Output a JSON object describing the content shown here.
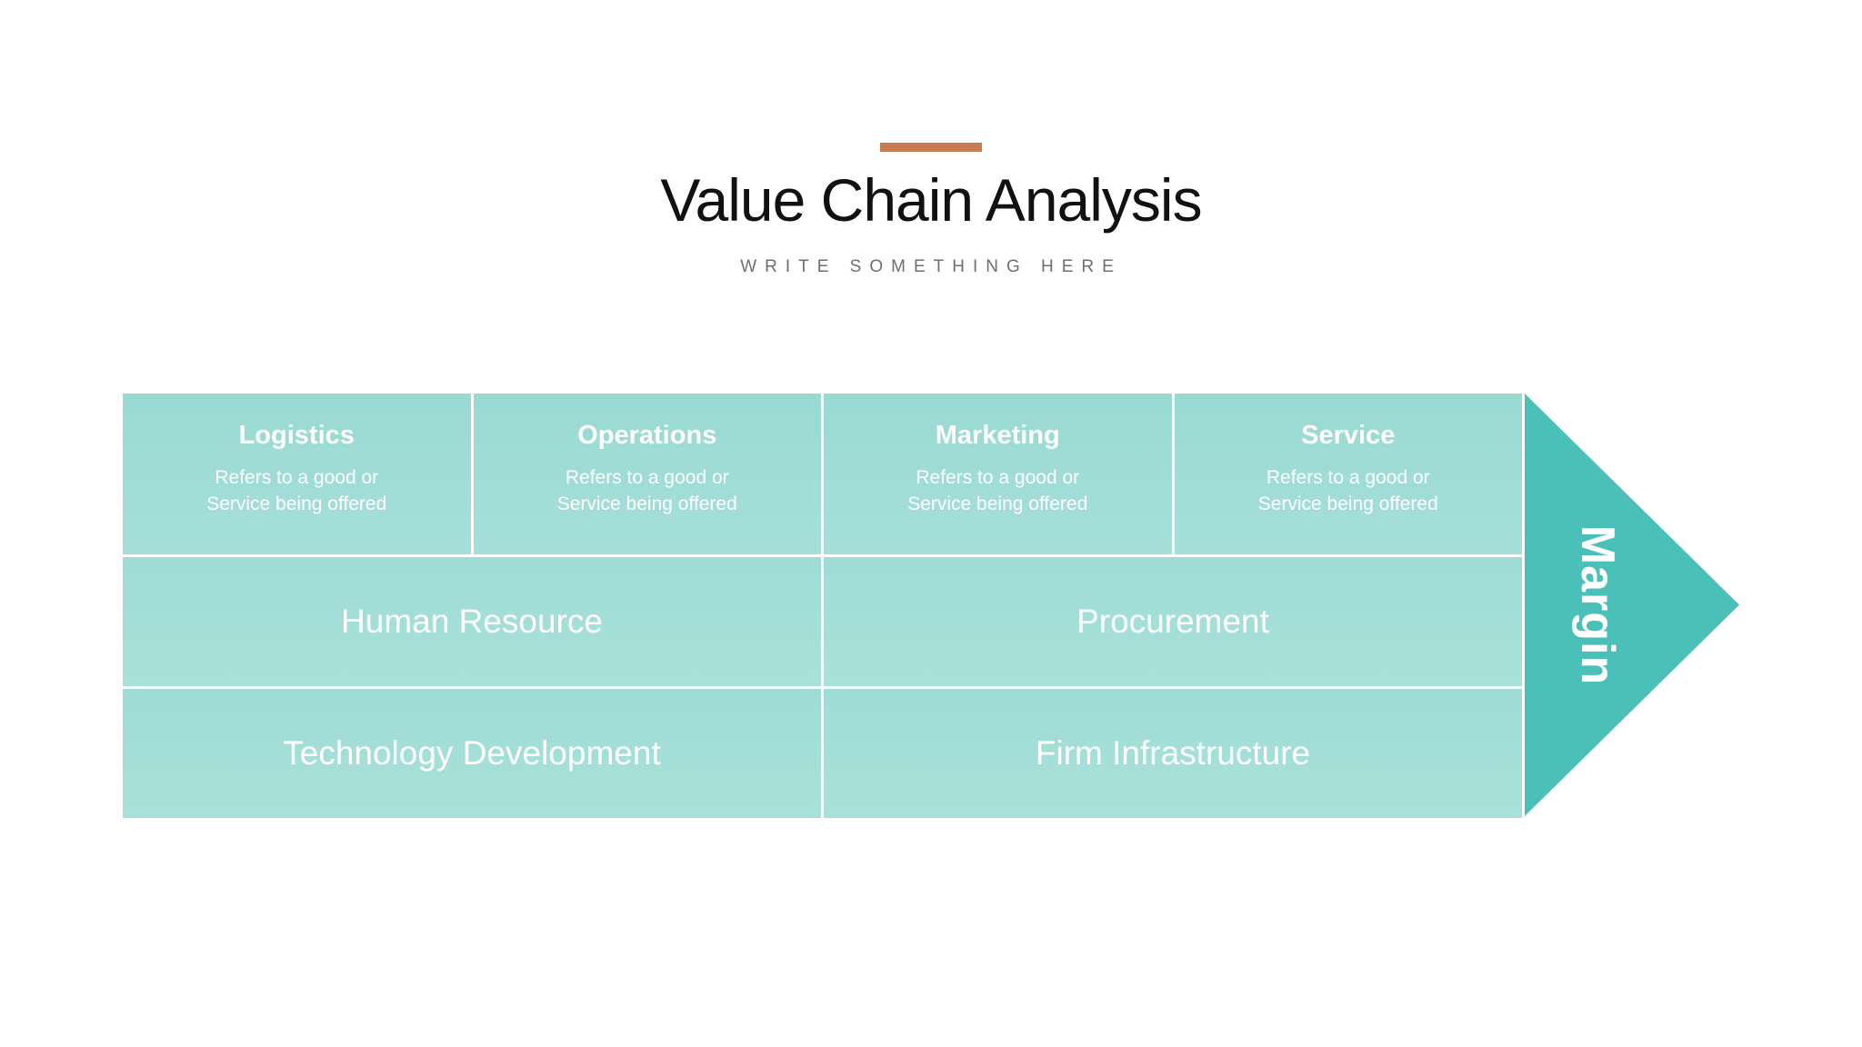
{
  "slide": {
    "title": "Value Chain Analysis",
    "subtitle": "WRITE SOMETHING HERE",
    "accent_bar_color": "#C87C52",
    "background_color": "#FFFFFF"
  },
  "diagram": {
    "colors": {
      "primary_cell": "#9EDCD5",
      "support_cell": "#A4DFD8",
      "arrow": "#4BC0B8",
      "cell_text": "#FFFFFF",
      "subtitle_text": "#6F6F6F"
    },
    "primary_activities": [
      {
        "title": "Logistics",
        "description": "Refers to a good or\nService being offered"
      },
      {
        "title": "Operations",
        "description": "Refers to a good or\nService being offered"
      },
      {
        "title": "Marketing",
        "description": "Refers to a good or\nService being offered"
      },
      {
        "title": "Service",
        "description": "Refers to a good or\nService being offered"
      }
    ],
    "support_rows": [
      {
        "cells": [
          "Human Resource",
          "Procurement"
        ]
      },
      {
        "cells": [
          "Technology Development",
          "Firm Infrastructure"
        ]
      }
    ],
    "margin_label": "Margin"
  }
}
